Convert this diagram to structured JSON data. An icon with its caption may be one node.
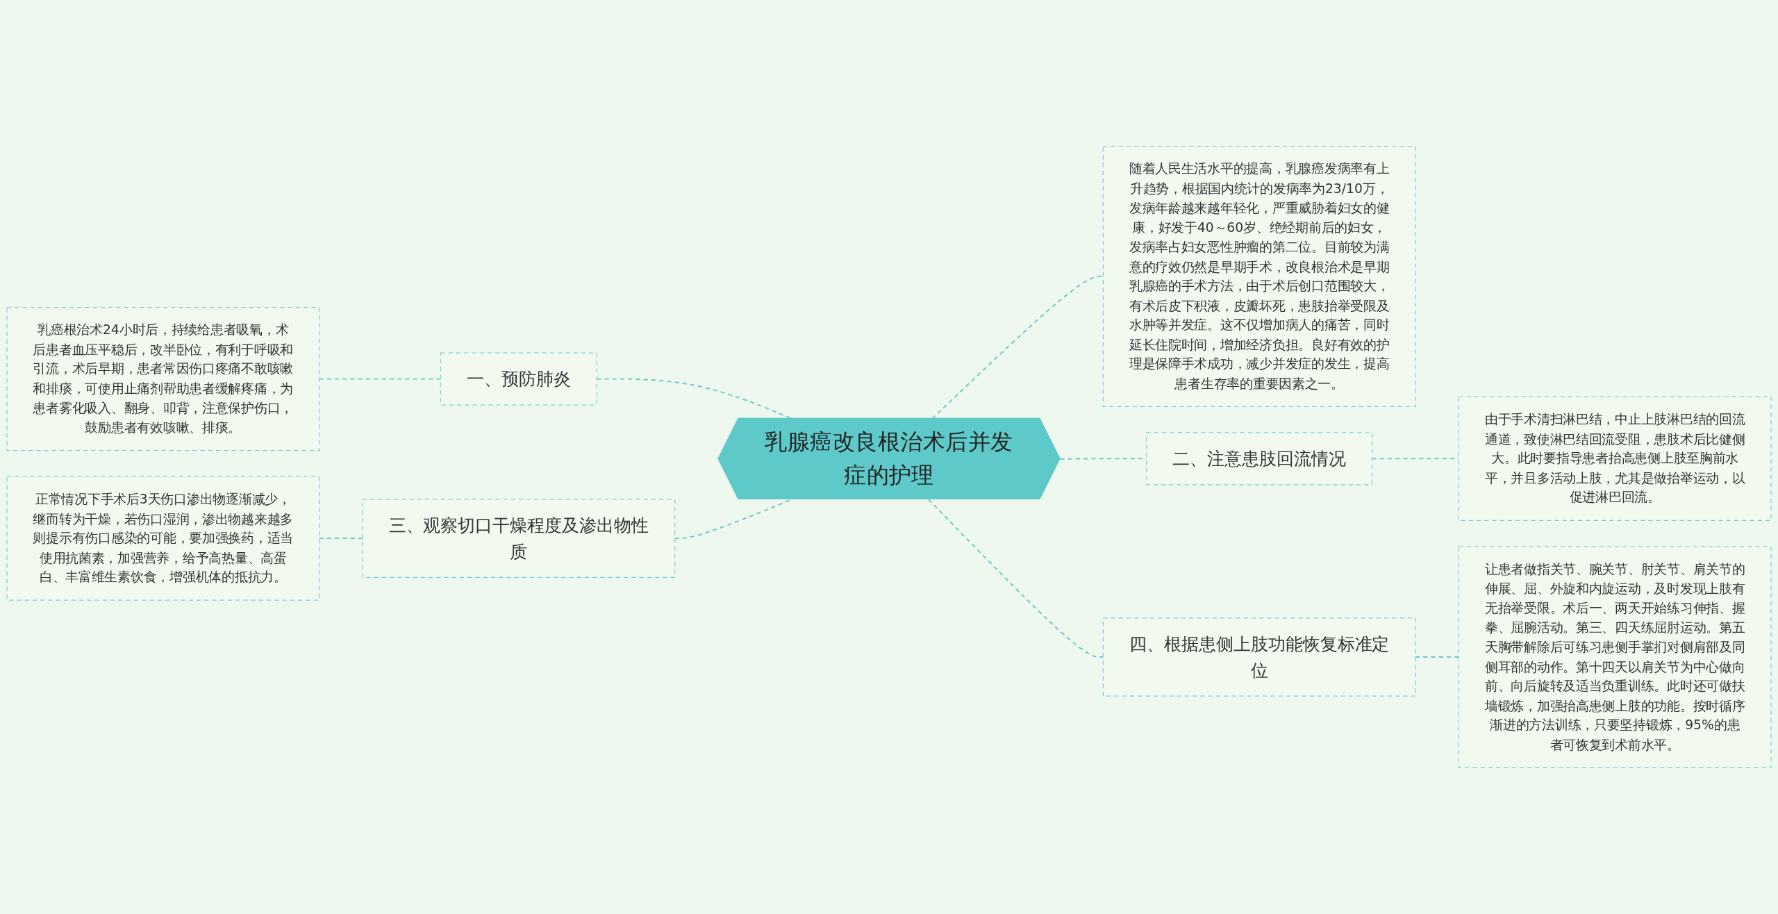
{
  "diagram": {
    "nodes": [
      {
        "text": [
          "乳腺癌改良根治术后并发症的护理"
        ]
      },
      {
        "text": [
          "随着人民生活水平的提高，乳腺癌发病率有上升趋势，根据国内统计的发病率为23/10万，发病年龄越来越年轻化，严重威胁着妇女的健康，好发于40～60岁、绝经期前后的妇女，发病率占妇女恶性肿瘤的第二位。目前较为满意的疗效仍然是早期手术，改良根治术是早期乳腺癌的手术方法，由于术后创口范围较大，有术后皮下积液，皮瓣坏死，患肢抬举受限及水肿等并发症。这不仅增加病人的痛苦，同时延长住院时间，增加经济负担。良好有效的护理是保障手术成功，减少并发症的发生，提高患者生存率的重要因素之一。"
        ]
      },
      {
        "text": [
          "一、预防肺炎"
        ]
      },
      {
        "text": [
          "乳癌根治术24小时后，持续给患者吸氧，术后患者血压平稳后，改半卧位，有利于呼吸和引流，术后早期，患者常因伤口疼痛不敢咳嗽和排痰，可使用止痛剂帮助患者缓解疼痛，为患者雾化吸入、翻身、叩背，注意保护伤口，鼓励患者有效咳嗽、排痰。"
        ]
      },
      {
        "text": [
          "三、观察切口干燥程度及渗出物性质"
        ]
      },
      {
        "text": [
          "正常情况下手术后3天伤口渗出物逐渐减少，继而转为干燥，若伤口湿润，渗出物越来越多则提示有伤口感染的可能，要加强换药，适当使用抗菌素，加强营养，给予高热量、高蛋白、丰富维生素饮食，增强机体的抵抗力。"
        ]
      },
      {
        "text": [
          "二、注意患肢回流情况"
        ]
      },
      {
        "text": [
          "由于手术清扫淋巴结，中止上肢淋巴结的回流通道，致使淋巴结回流受阻，患肢术后比健侧大。此时要指导患者抬高患侧上肢至胸前水平，并且多活动上肢，尤其是做抬举运动，以促进淋巴回流。"
        ]
      },
      {
        "text": [
          "四、根据患侧上肢功能恢复标准定位"
        ]
      },
      {
        "text": [
          "让患者做指关节、腕关节、肘关节、肩关节的伸展、屈、外旋和内旋运动，及时发现上肢有无抬举受限。术后一、两天开始练习伸指、握拳、屈腕活动。第三、四天练屈肘运动。第五天胸带解除后可练习患侧手掌扪对侧肩部及同侧耳部的动作。第十四天以肩关节为中心做向前、向后旋转及适当负重训练。此时还可做扶墙锻炼，加强抬高患侧上肢的功能。按时循序渐进的方法训练，只要坚持锻炼，95%的患者可恢复到术前水平。"
        ]
      }
    ],
    "edges": [
      {
        "from": 0,
        "to": 1,
        "arrow": "none",
        "style": "dashed"
      },
      {
        "from": 0,
        "to": 2,
        "arrow": "none",
        "style": "dashed"
      },
      {
        "from": 2,
        "to": 3,
        "arrow": "none",
        "style": "dashed"
      },
      {
        "from": 0,
        "to": 4,
        "arrow": "none",
        "style": "dashed"
      },
      {
        "from": 4,
        "to": 5,
        "arrow": "none",
        "style": "dashed"
      },
      {
        "from": 0,
        "to": 6,
        "arrow": "none",
        "style": "dashed"
      },
      {
        "from": 6,
        "to": 7,
        "arrow": "none",
        "style": "dashed"
      },
      {
        "from": 0,
        "to": 8,
        "arrow": "none",
        "style": "dashed"
      },
      {
        "from": 8,
        "to": 9,
        "arrow": "none",
        "style": "dashed"
      }
    ]
  }
}
